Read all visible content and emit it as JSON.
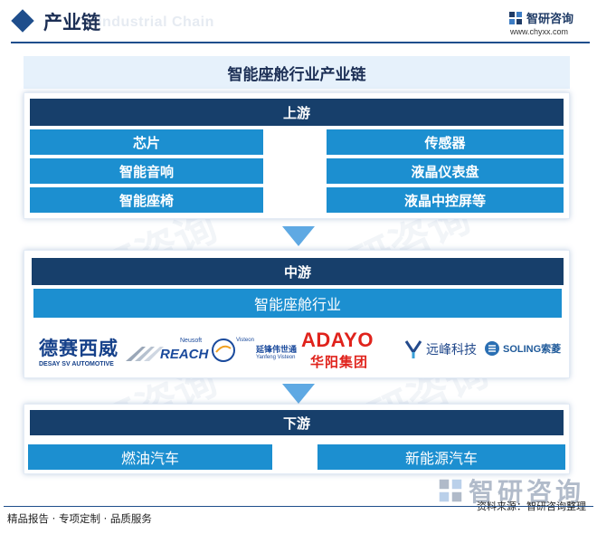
{
  "header": {
    "title": "产业链",
    "ghost_title": "Industrial Chain",
    "brand_name": "智研咨询",
    "brand_url": "www.chyxx.com"
  },
  "diagram": {
    "title": "智能座舱行业产业链",
    "upstream": {
      "label": "上游",
      "items": [
        "芯片",
        "智能音响",
        "智能座椅",
        "传感器",
        "液晶仪表盘",
        "液晶中控屏等"
      ]
    },
    "midstream": {
      "label": "中游",
      "industry": "智能座舱行业",
      "logos": {
        "desay_cn": "德赛西威",
        "desay_en": "DESAY SV AUTOMOTIVE",
        "reach_top": "Neusoft",
        "reach": "REACH",
        "yanfeng_mark": "Visteon",
        "yanfeng_cn": "延锋伟世通",
        "yanfeng_en": "Yanfeng Visteon",
        "adayo": "ADAYO",
        "adayo_cn": "华阳集团",
        "yuanfeng": "远峰科技",
        "soling": "SOLING索菱"
      }
    },
    "downstream": {
      "label": "下游",
      "items": [
        "燃油汽车",
        "新能源汽车"
      ]
    }
  },
  "footer": {
    "services": "精品报告 · 专项定制 · 品质服务",
    "source": "资料来源：智研咨询整理",
    "brand_big": "智研咨询"
  },
  "colors": {
    "stage_header": "#173f6b",
    "cell": "#1c8fd0",
    "accent": "#1f4e8c",
    "title_band": "#e6f1fb",
    "adayo_red": "#e0231c"
  },
  "icons": [
    "diamond-icon",
    "brand-logo-icon",
    "down-arrow-icon",
    "yuanfeng-icon",
    "soling-icon",
    "yanfeng-icon"
  ]
}
